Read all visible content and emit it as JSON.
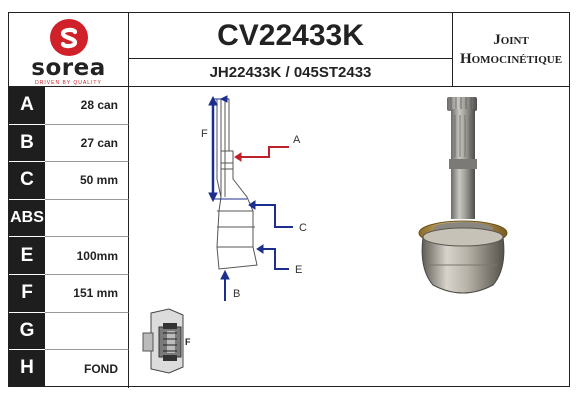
{
  "brand": {
    "name": "sorea",
    "tagline": "DRIVEN BY QUALITY",
    "logo_color": "#d0202a"
  },
  "header": {
    "part_code": "CV22433K",
    "alt_codes": "JH22433K / 045ST2433",
    "type_line1": "Joint",
    "type_line2": "Homocinétique"
  },
  "specs": [
    {
      "letter": "A",
      "value": "28 can"
    },
    {
      "letter": "B",
      "value": "27 can"
    },
    {
      "letter": "C",
      "value": "50 mm"
    },
    {
      "letter": "ABS",
      "value": ""
    },
    {
      "letter": "E",
      "value": "100mm"
    },
    {
      "letter": "F",
      "value": "151 mm"
    },
    {
      "letter": "G",
      "value": ""
    },
    {
      "letter": "H",
      "value": "FOND"
    }
  ],
  "diagram": {
    "labels": {
      "a": "A",
      "b": "B",
      "c": "C",
      "e": "E",
      "f": "F",
      "f_small": "F"
    },
    "colors": {
      "dimension_blue": "#1c2f8c",
      "callout_red": "#c0202a"
    }
  }
}
